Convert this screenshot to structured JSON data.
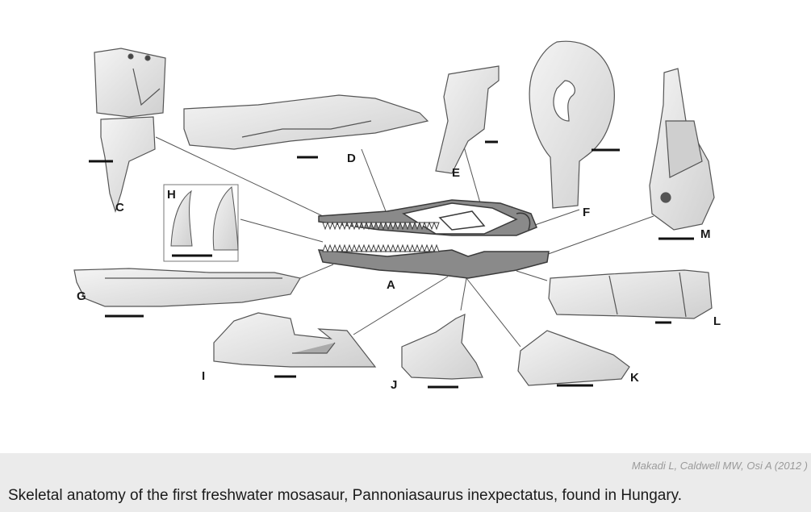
{
  "figure": {
    "labels": {
      "A": "A",
      "C": "C",
      "D": "D",
      "E": "E",
      "F": "F",
      "G": "G",
      "H": "H",
      "I": "I",
      "J": "J",
      "K": "K",
      "L": "L",
      "M": "M"
    }
  },
  "credit": "Makadi L, Caldwell MW, Osi A (2012 )",
  "caption": "Skeletal anatomy of the first freshwater mosasaur, Pannoniasaurus inexpectatus, found in Hungary.",
  "colors": {
    "bone": "#e6e6e6",
    "skull_fill": "#8a8a8a",
    "outline": "#3a3a3a",
    "panel_bg": "#ebebeb"
  }
}
